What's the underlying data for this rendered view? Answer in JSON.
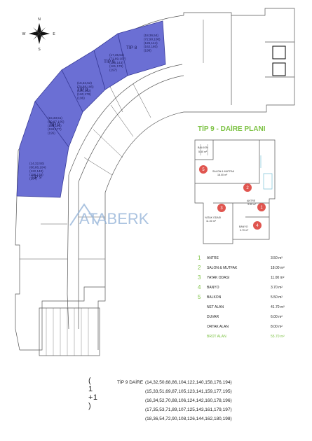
{
  "compass": {
    "n": "N",
    "s": "S",
    "e": "E",
    "w": "W"
  },
  "blocks": [
    {
      "label": "TİP 8",
      "units": [
        "(18,36,54)",
        "(72,90,108)",
        "(126,144)",
        "(162,180)",
        "(198)"
      ]
    },
    {
      "label": "TİP 9",
      "units": [
        "(17,35,53)",
        "(71,89,107)",
        "(125,143)",
        "(161,179)",
        "(197)"
      ]
    },
    {
      "label": "TİP 9",
      "units": [
        "(16,34,52)",
        "(70,88,106)",
        "(124,142)",
        "(160,178)",
        "(196)"
      ]
    },
    {
      "label": "TİP 9",
      "units": [
        "(15,33,51)",
        "(69,87,105)",
        "(123,141)",
        "(159,177)",
        "(195)"
      ]
    },
    {
      "label": "TİP 9",
      "units": [
        "(14,32,50)",
        "(68,86,104)",
        "(122,140)",
        "(158,176)",
        "(194)"
      ]
    }
  ],
  "watermark": "ATABERK",
  "plan_title": "TİP 9 - DAİRE PLANI",
  "plan_labels": {
    "balkon": "BALKON",
    "balkon_area": "5.50 m²",
    "salon": "SALON & MUTFAK",
    "salon_area": "18.00 m²",
    "antre": "ANTRE",
    "antre_area": "3.50 m²",
    "yatak": "YATAK ODASI",
    "yatak_area": "11.00 m²",
    "banyo": "BANYO",
    "banyo_area": "3.70 m²"
  },
  "markers": [
    "5",
    "2",
    "1",
    "3",
    "4"
  ],
  "areas": [
    {
      "n": "1",
      "label": "ANTRE",
      "value": "3.50 m²"
    },
    {
      "n": "2",
      "label": "SALON & MUTFAK",
      "value": "18.00 m²"
    },
    {
      "n": "3",
      "label": "YATAK ODASI",
      "value": "11.00 m²"
    },
    {
      "n": "4",
      "label": "BANYO",
      "value": "3.70 m²"
    },
    {
      "n": "5",
      "label": "BALKON",
      "value": "5.50 m²"
    }
  ],
  "totals": [
    {
      "label": "NET ALAN",
      "value": "41.70 m²"
    },
    {
      "label": "DUVAR",
      "value": "6.00 m²"
    },
    {
      "label": "ORTAK ALAN",
      "value": "8.00 m²"
    },
    {
      "label": "BRÜT ALAN",
      "value": "55.70 m²"
    }
  ],
  "unit_list": {
    "code": "( 1 +1 )",
    "type": "TİP 9 DAİRE",
    "lines": [
      "(14,32,50,68,86,104,122,140,158,176,194)",
      "(15,33,51,69,87,105,123,141,159,177,195)",
      "(16,34,52,70,88,106,124,142,160,178,196)",
      "(17,35,53,71,89,107,125,143,161,179,197)",
      "(18,36,54,72,90,108,126,144,162,180,198)"
    ]
  },
  "colors": {
    "highlight": "#6b6fd4",
    "highlight_stroke": "#3a3d9a",
    "green": "#7cc243",
    "marker": "#e0554f",
    "line": "#555555",
    "watermark": "#8fb0d6"
  }
}
